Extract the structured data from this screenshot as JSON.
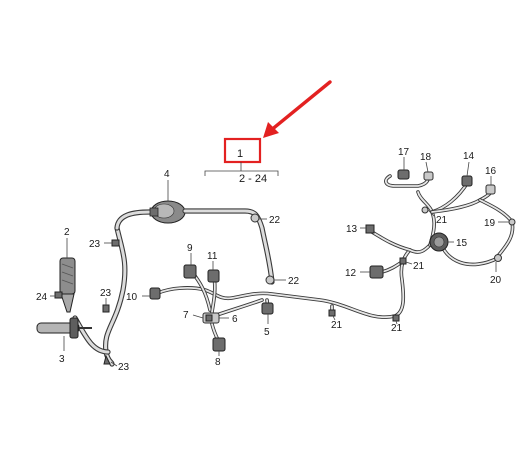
{
  "diagram": {
    "range_label": "2 - 24",
    "highlight_color": "#e32121",
    "arrow_color": "#e32121",
    "labels": {
      "l1": "1",
      "l2": "2",
      "l3": "3",
      "l4": "4",
      "l5": "5",
      "l6": "6",
      "l7": "7",
      "l8": "8",
      "l9": "9",
      "l10": "10",
      "l11": "11",
      "l12": "12",
      "l13": "13",
      "l14": "14",
      "l15": "15",
      "l16": "16",
      "l17": "17",
      "l18": "18",
      "l19": "19",
      "l20": "20",
      "l21a": "21",
      "l21b": "21",
      "l21c": "21",
      "l21d": "21",
      "l22a": "22",
      "l22b": "22",
      "l23a": "23",
      "l23b": "23",
      "l23c": "23",
      "l24": "24"
    }
  }
}
